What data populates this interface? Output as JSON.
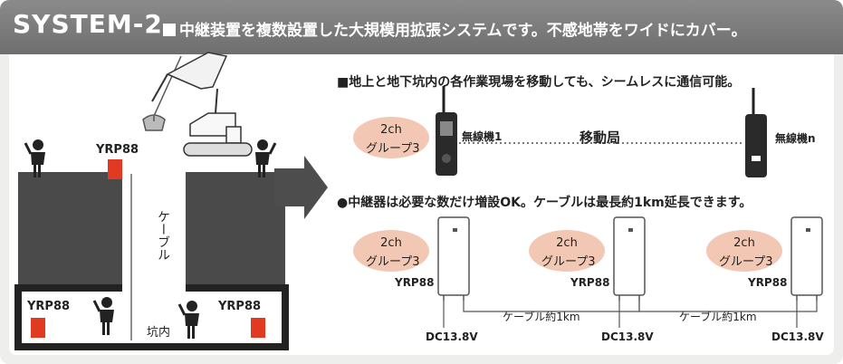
{
  "header": {
    "title": "SYSTEM-2",
    "subtitle": "中継装置を複数設置した大規模用拡張システムです。不感地帯をワイドにカバー。"
  },
  "left": {
    "cable_label": "ケーブル",
    "underground_label": "坑内",
    "device_top": "YRP88",
    "device_bottom_left": "YRP88",
    "device_bottom_right": "YRP88"
  },
  "right_top": {
    "heading": "■地上と地下坑内の各作業現場を移動しても、シームレスに通信可能。",
    "group_line1": "2ch",
    "group_line2": "グループ3",
    "radio1_label": "無線機1",
    "mobile_label": "移動局",
    "radion_label": "無線機n"
  },
  "right_bottom": {
    "heading": "●中継器は必要な数だけ増設OK。ケーブルは最長約1km延長できます。",
    "units": [
      {
        "ch": "2ch",
        "group": "グループ3",
        "name": "YRP88",
        "power": "DC13.8V"
      },
      {
        "ch": "2ch",
        "group": "グループ3",
        "name": "YRP88",
        "power": "DC13.8V"
      },
      {
        "ch": "2ch",
        "group": "グループ3",
        "name": "YRP88",
        "power": "DC13.8V"
      }
    ],
    "cable_labels": [
      "ケーブル約1km",
      "ケーブル約1km"
    ]
  }
}
